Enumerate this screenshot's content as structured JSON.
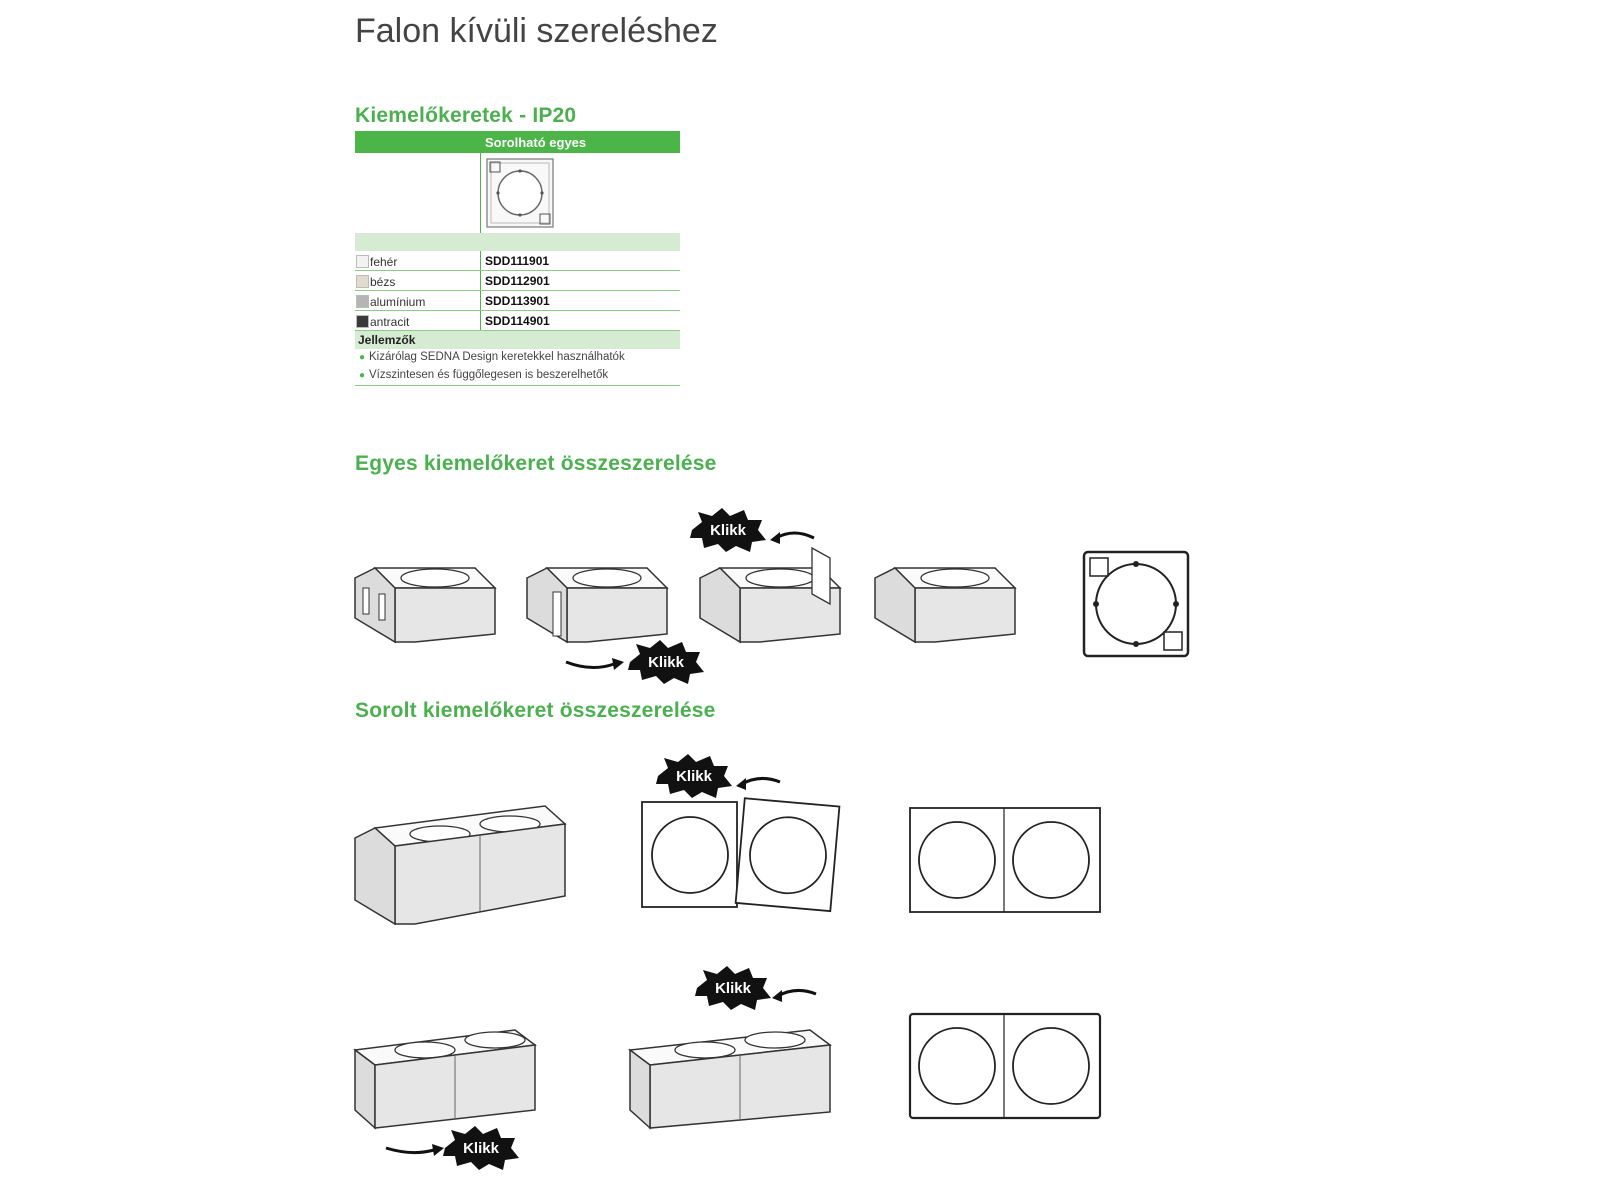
{
  "page_title": "Falon kívüli szereléshez",
  "section1": {
    "title": "Kiemelőkeretek - IP20",
    "table_header": "Sorolható egyes",
    "rows": [
      {
        "color_name": "fehér",
        "code": "SDD111901",
        "swatch": "#f2f2f2"
      },
      {
        "color_name": "bézs",
        "code": "SDD112901",
        "swatch": "#e2dccf"
      },
      {
        "color_name": "alumínium",
        "code": "SDD113901",
        "swatch": "#b5b5b5"
      },
      {
        "color_name": "antracit",
        "code": "SDD114901",
        "swatch": "#3a3a3a"
      }
    ],
    "features_title": "Jellemzők",
    "features": [
      "Kizárólag SEDNA Design keretekkel használhatók",
      "Vízszintesen és függőlegesen is beszerelhetők"
    ]
  },
  "section2": {
    "title": "Egyes kiemelőkeret összeszerelése"
  },
  "section3": {
    "title": "Sorolt kiemelőkeret összeszerelése"
  },
  "klikk_label": "Klikk",
  "colors": {
    "accent_green": "#4cb548",
    "light_green": "#d6ecd2",
    "title_gray": "#444444"
  }
}
